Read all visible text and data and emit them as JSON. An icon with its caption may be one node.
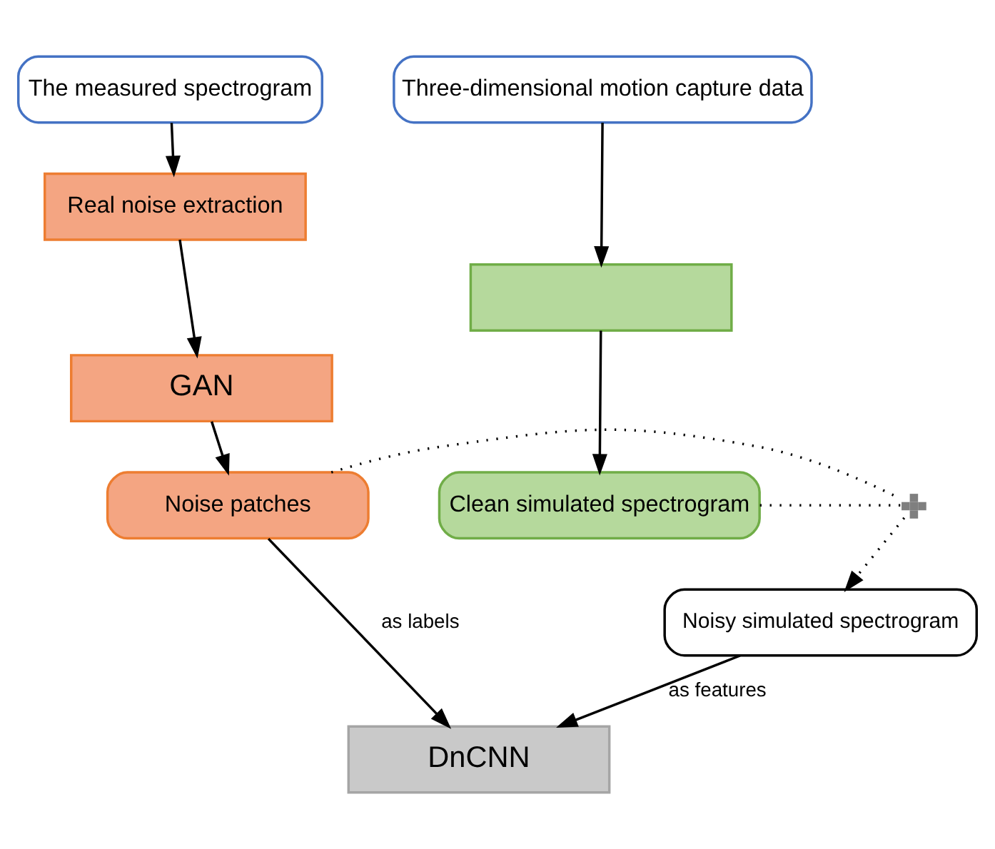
{
  "diagram": {
    "nodes": [
      {
        "text": [
          "The measured spectrogram"
        ]
      },
      {
        "text": [
          "Three-dimensional motion capture data"
        ]
      },
      {
        "text": [
          "Real noise extraction"
        ]
      },
      {
        "text": [],
        "shape": "box"
      },
      {
        "text": [
          "GAN"
        ]
      },
      {
        "text": [
          "Noise patches"
        ]
      },
      {
        "text": [
          "Clean simulated spectrogram"
        ]
      },
      {
        "text": [],
        "shape": "plus"
      },
      {
        "text": [
          "Noisy simulated spectrogram"
        ]
      },
      {
        "text": [
          "DnCNN"
        ]
      }
    ],
    "edges": [
      {
        "from": 0,
        "to": 2,
        "arrow": "to"
      },
      {
        "from": 2,
        "to": 4,
        "arrow": "to"
      },
      {
        "from": 4,
        "to": 5,
        "arrow": "to"
      },
      {
        "from": 1,
        "to": 3,
        "arrow": "to"
      },
      {
        "from": 3,
        "to": 6,
        "arrow": "to"
      },
      {
        "from": 5,
        "to": 7,
        "arrow": "none",
        "style": "dashed"
      },
      {
        "from": 6,
        "to": 7,
        "arrow": "none",
        "style": "dashed"
      },
      {
        "from": 7,
        "to": 8,
        "arrow": "to",
        "style": "dashed"
      },
      {
        "from": 8,
        "to": 9,
        "arrow": "to",
        "label": "as features"
      },
      {
        "from": 5,
        "to": 9,
        "arrow": "to",
        "label": "as labels"
      }
    ]
  }
}
